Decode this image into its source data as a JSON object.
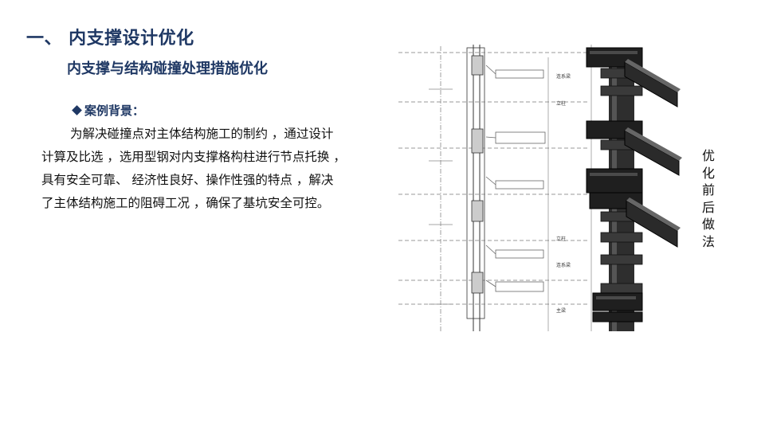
{
  "heading": "一、 内支撑设计优化",
  "subheading": "内支撑与结构碰撞处理措施优化",
  "section_label": "案例背景：",
  "paragraph_lines": [
    "为解决碰撞点对主体结构施工的制约 ，通过设计",
    "计算及比选 ，选用型钢对内支撑格构柱进行节点托换 ，",
    "具有安全可靠、 经济性良好、操作性强的特点 ，解决",
    "了主体结构施工的阻碍工况 ，确保了基坑安全可控。"
  ],
  "side_label_chars": [
    "优",
    "化",
    "前",
    "后",
    "做",
    "法"
  ],
  "figure": {
    "drawing_labels": [
      "连系梁",
      "立柱",
      "立柱",
      "连系梁",
      "主梁"
    ]
  },
  "colors": {
    "title": "#1f3864",
    "steel": "#2a2a2a"
  }
}
